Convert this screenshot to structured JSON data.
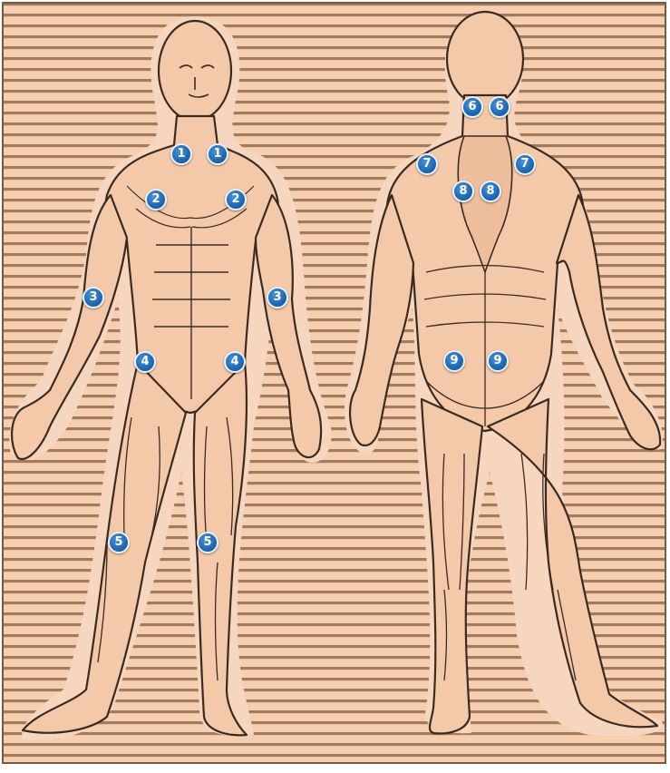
{
  "colors": {
    "background": "#f6cfb1",
    "stripe": "#a47a5d",
    "body_fill": "#f4c9a9",
    "body_outline": "#3a2a20",
    "marker": "#1e68b3"
  },
  "markers": [
    {
      "label": "1",
      "view": "front"
    },
    {
      "label": "1",
      "view": "front"
    },
    {
      "label": "2",
      "view": "front"
    },
    {
      "label": "2",
      "view": "front"
    },
    {
      "label": "3",
      "view": "front"
    },
    {
      "label": "3",
      "view": "front"
    },
    {
      "label": "4",
      "view": "front"
    },
    {
      "label": "4",
      "view": "front"
    },
    {
      "label": "5",
      "view": "front"
    },
    {
      "label": "5",
      "view": "front"
    },
    {
      "label": "6",
      "view": "back"
    },
    {
      "label": "6",
      "view": "back"
    },
    {
      "label": "7",
      "view": "back"
    },
    {
      "label": "7",
      "view": "back"
    },
    {
      "label": "8",
      "view": "back"
    },
    {
      "label": "8",
      "view": "back"
    },
    {
      "label": "9",
      "view": "back"
    },
    {
      "label": "9",
      "view": "back"
    }
  ]
}
